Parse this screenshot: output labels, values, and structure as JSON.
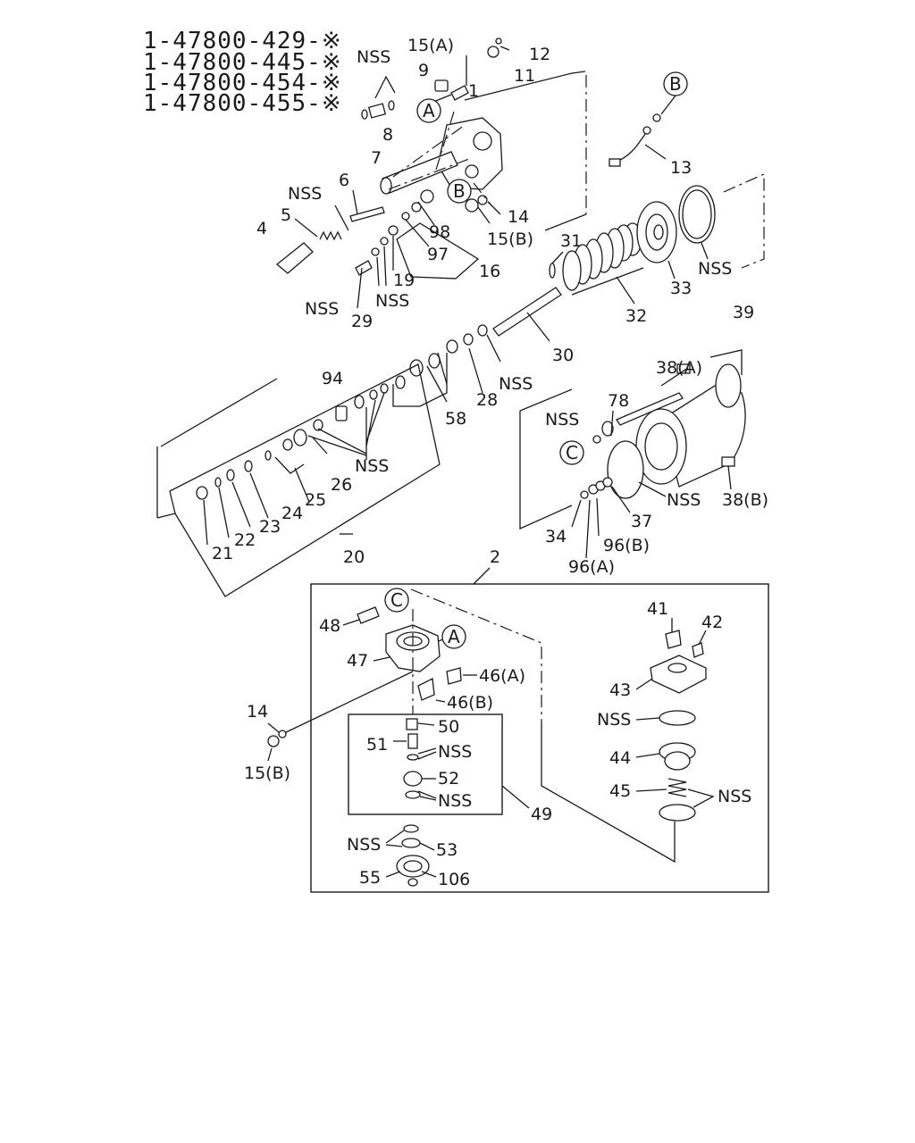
{
  "part_numbers": [
    "1-47800-429-※",
    "1-47800-445-※",
    "1-47800-454-※",
    "1-47800-455-※"
  ],
  "ref_circles": {
    "a": "A",
    "b": "B",
    "c": "C"
  },
  "labels": {
    "nss": "NSS",
    "l15a": "15(A)",
    "l12": "12",
    "l9": "9",
    "l11": "11",
    "l1": "1",
    "l8": "8",
    "l7": "7",
    "l6": "6",
    "l5": "5",
    "l4": "4",
    "l13": "13",
    "l14": "14",
    "l15b": "15(B)",
    "l98": "98",
    "l97": "97",
    "l16": "16",
    "l19": "19",
    "l29": "29",
    "l31": "31",
    "l32": "32",
    "l33": "33",
    "l39": "39",
    "l30": "30",
    "l38a": "38(A)",
    "l38b": "38(B)",
    "l78": "78",
    "l94": "94",
    "l58": "58",
    "l28": "28",
    "l26": "26",
    "l25": "25",
    "l24": "24",
    "l23": "23",
    "l22": "22",
    "l21": "21",
    "l20": "20",
    "l34": "34",
    "l37": "37",
    "l96a": "96(A)",
    "l96b": "96(B)",
    "l2": "2",
    "l48": "48",
    "l47": "47",
    "l46a": "46(A)",
    "l46b": "46(B)",
    "l50": "50",
    "l51": "51",
    "l52": "52",
    "l49": "49",
    "l53": "53",
    "l55": "55",
    "l106": "106",
    "l41": "41",
    "l42": "42",
    "l43": "43",
    "l44": "44",
    "l45": "45"
  }
}
